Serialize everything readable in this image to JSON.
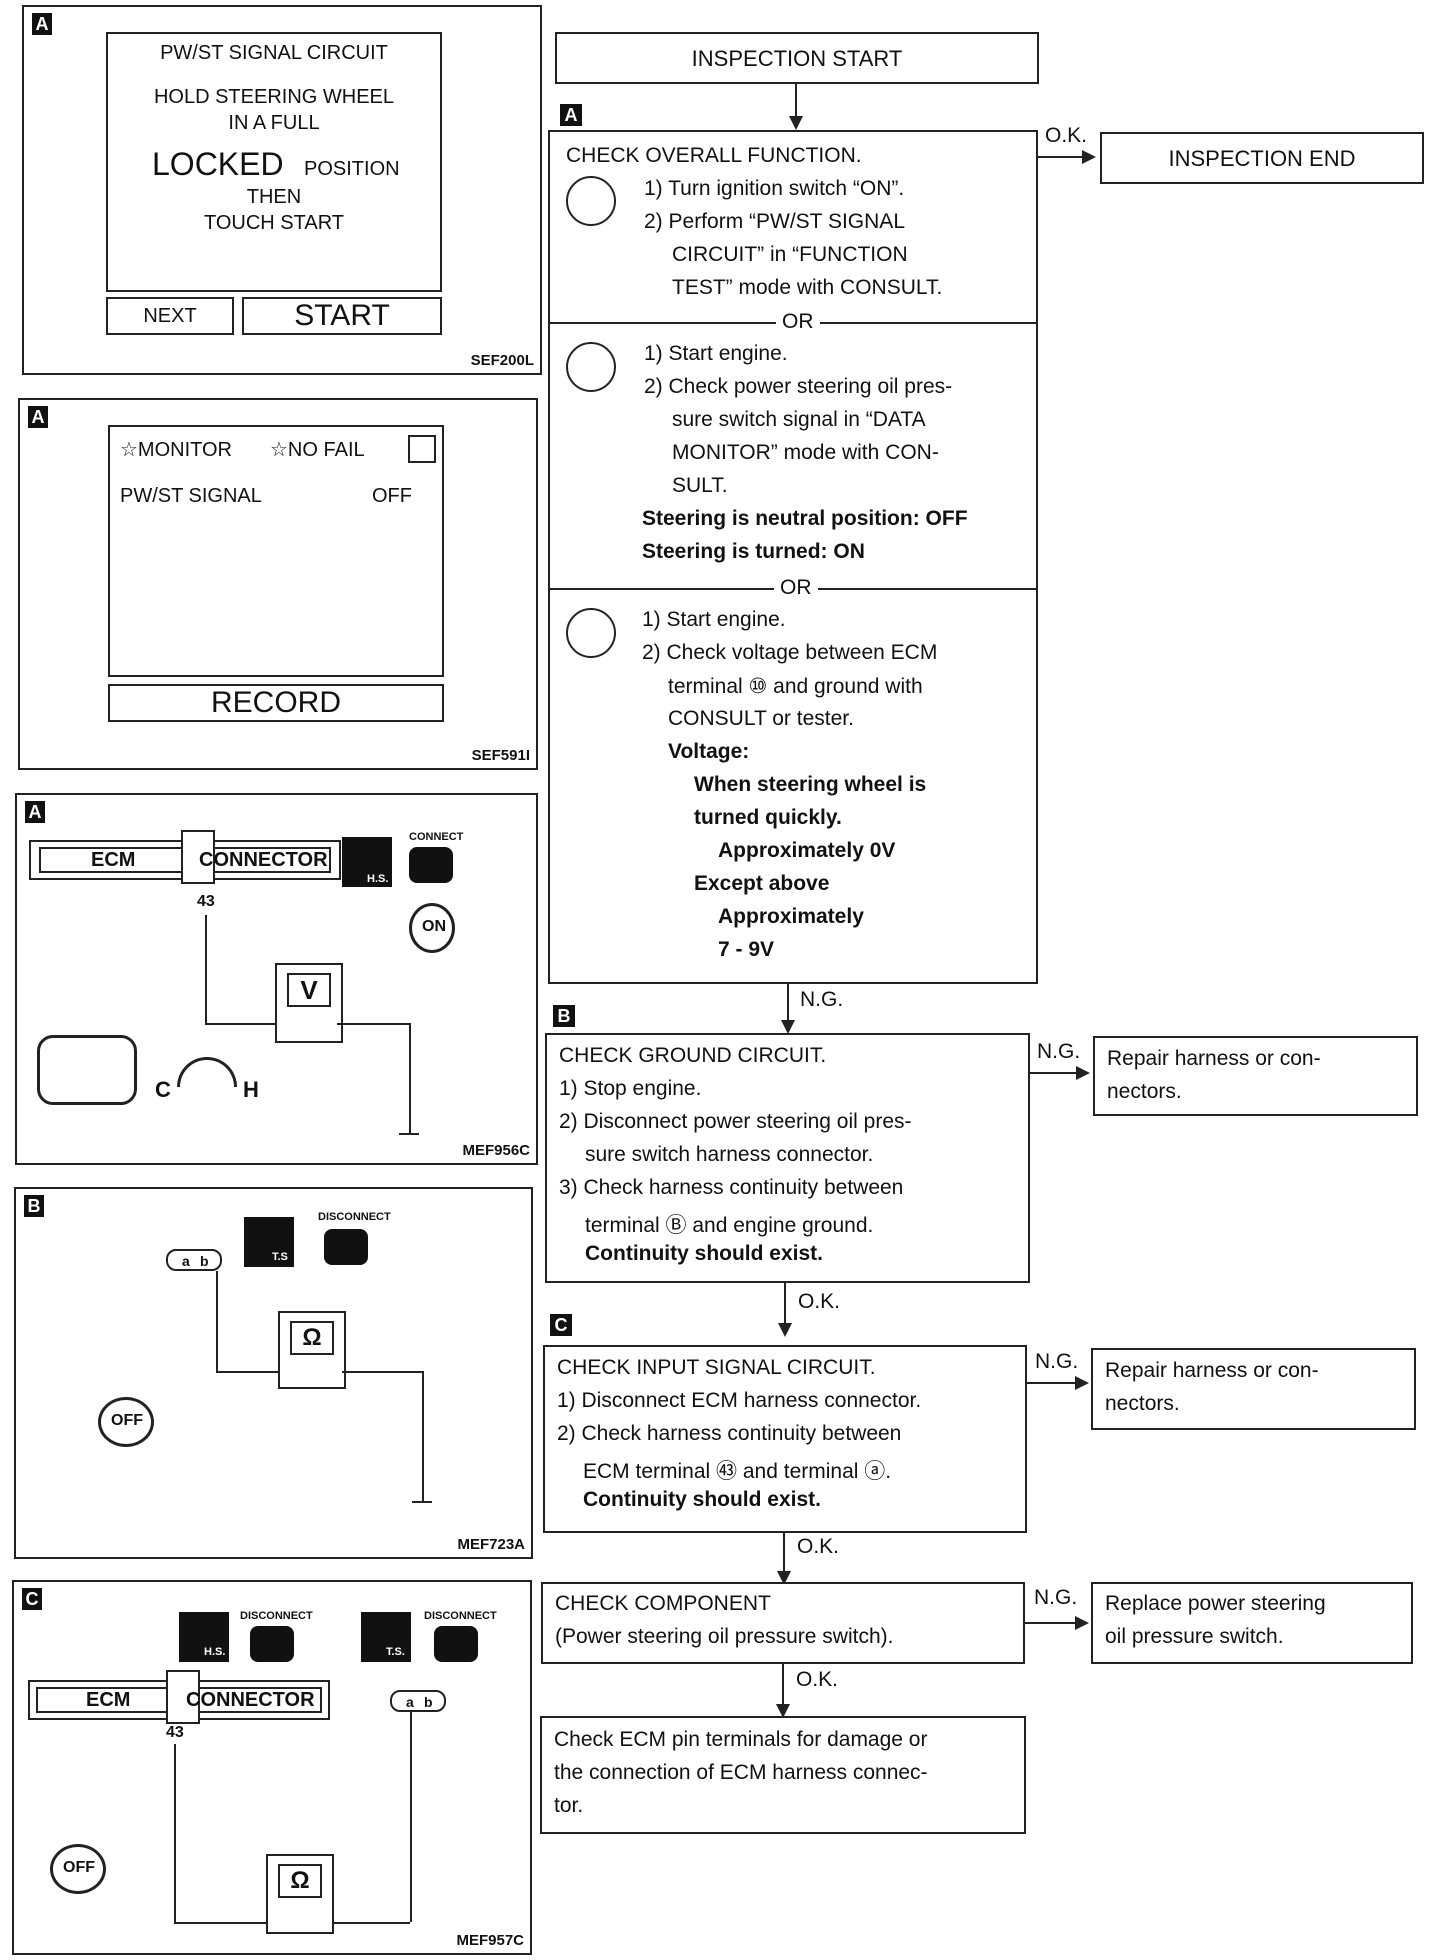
{
  "panelA1": {
    "tag": "A",
    "title": "PW/ST SIGNAL CIRCUIT",
    "line1": "HOLD STEERING WHEEL",
    "line2": "IN A FULL",
    "locked": "LOCKED",
    "position": "POSITION",
    "then": "THEN",
    "touch": "TOUCH START",
    "next": "NEXT",
    "start": "START",
    "code": "SEF200L"
  },
  "panelA2": {
    "tag": "A",
    "monitor": "☆MONITOR",
    "nofail": "☆NO FAIL",
    "signal": "PW/ST SIGNAL",
    "signal_value": "OFF",
    "record": "RECORD",
    "code": "SEF591I"
  },
  "panelA3": {
    "tag": "A",
    "ecm": "ECM",
    "connector": "CONNECTOR",
    "connect": "CONNECT",
    "hs": "H.S.",
    "pin": "43",
    "meter": "V",
    "on": "ON",
    "c": "C",
    "h": "H",
    "code": "MEF956C"
  },
  "panelB": {
    "tag": "B",
    "disconnect": "DISCONNECT",
    "ts": "T.S",
    "conn_a": "a",
    "conn_b": "b",
    "meter": "Ω",
    "off": "OFF",
    "code": "MEF723A"
  },
  "panelC": {
    "tag": "C",
    "disconnect1": "DISCONNECT",
    "disconnect2": "DISCONNECT",
    "hs": "H.S.",
    "ts": "T.S.",
    "ecm": "ECM",
    "connector": "CONNECTOR",
    "pin": "43",
    "conn_a": "a",
    "conn_b": "b",
    "meter": "Ω",
    "off": "OFF",
    "code": "MEF957C"
  },
  "flow": {
    "start": "INSPECTION START",
    "end": "INSPECTION END",
    "ok": "O.K.",
    "ng": "N.G.",
    "or": "OR",
    "tagA": "A",
    "tagB": "B",
    "tagC": "C",
    "stepA": {
      "title": "CHECK OVERALL FUNCTION.",
      "a1": "1) Turn ignition switch “ON”.",
      "a2": "2) Perform “PW/ST SIGNAL",
      "a3": "CIRCUIT” in “FUNCTION",
      "a4": "TEST” mode with CONSULT.",
      "b1": "1) Start engine.",
      "b2": "2) Check power steering oil pres-",
      "b3": "sure switch signal in “DATA",
      "b4": "MONITOR” mode with CON-",
      "b5": "SULT.",
      "b6": "Steering is neutral position: OFF",
      "b7": "Steering is turned: ON",
      "c1": "1) Start engine.",
      "c2": "2) Check voltage between ECM",
      "c3": "terminal ⑩ and ground with",
      "c4": "CONSULT or tester.",
      "c5": "Voltage:",
      "c6": "When steering wheel is",
      "c7": "turned quickly.",
      "c8": "Approximately 0V",
      "c9": "Except above",
      "c10": "Approximately",
      "c11": "7 - 9V"
    },
    "stepB": {
      "title": "CHECK GROUND CIRCUIT.",
      "l1": "1) Stop engine.",
      "l2": "2) Disconnect power steering oil pres-",
      "l3": "sure switch harness connector.",
      "l4": "3) Check harness continuity between",
      "l5": "terminal Ⓑ and engine ground.",
      "l6": "Continuity should exist.",
      "repair1": "Repair harness or con-",
      "repair2": "nectors."
    },
    "stepC": {
      "title": "CHECK INPUT SIGNAL CIRCUIT.",
      "l1": "1) Disconnect ECM harness connector.",
      "l2": "2) Check harness continuity between",
      "l3": "ECM terminal ㊸ and terminal ⓐ.",
      "l4": "Continuity should exist.",
      "repair1": "Repair harness or con-",
      "repair2": "nectors."
    },
    "stepD": {
      "title": "CHECK COMPONENT",
      "l1": "(Power steering oil pressure switch).",
      "replace1": "Replace power steering",
      "replace2": "oil pressure switch."
    },
    "final": {
      "l1": "Check ECM pin terminals for damage or",
      "l2": "the connection of ECM harness connec-",
      "l3": "tor."
    }
  }
}
